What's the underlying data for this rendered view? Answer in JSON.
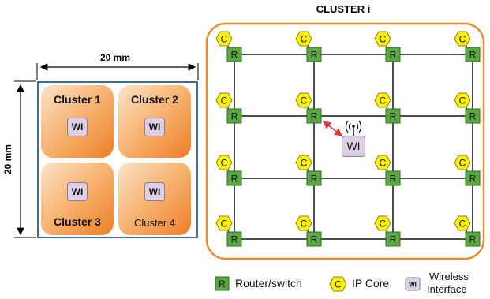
{
  "die": {
    "width_label": "20 mm",
    "height_label": "20 mm",
    "clusters": [
      {
        "label": "Cluster 1",
        "wi": "WI"
      },
      {
        "label": "Cluster 2",
        "wi": "WI"
      },
      {
        "label": "Cluster 3",
        "wi": "WI"
      },
      {
        "label": "Cluster 4",
        "wi": "WI"
      }
    ]
  },
  "cluster_view": {
    "title": "CLUSTER i",
    "router_glyph": "R",
    "core_glyph": "C",
    "wi_label": "WI",
    "grid_rows": 4,
    "grid_cols": 4
  },
  "legend": {
    "router": {
      "glyph": "R",
      "label": "Router/switch"
    },
    "core": {
      "glyph": "C",
      "label": "IP Core"
    },
    "wireless": {
      "glyph": "WI",
      "label_line1": "Wireless",
      "label_line2": "Interface"
    }
  },
  "colors": {
    "router_fill": "#5aa842",
    "core_fill": "#fff200",
    "wi_fill": "#ddd0e4",
    "cluster_border": "#ee8a2f",
    "chip_border": "#3f6aa6",
    "wireless_link": "#e03a3a"
  },
  "icons": [
    "antenna-icon",
    "bidirectional-arrow-icon"
  ]
}
